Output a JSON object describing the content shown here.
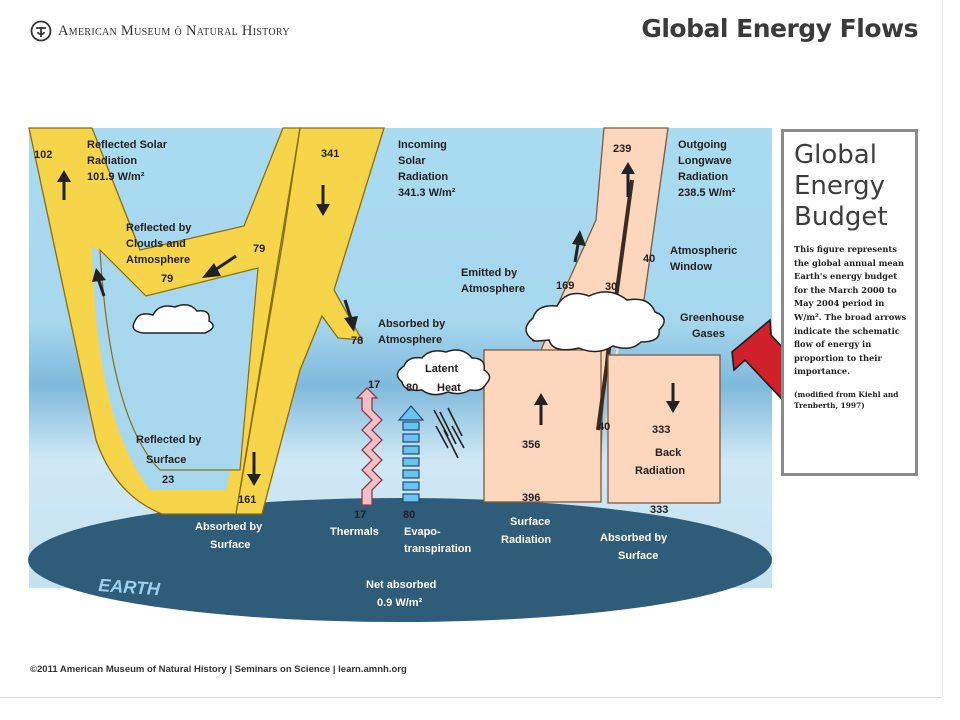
{
  "header": {
    "brand": "American Museum ŏ Natural History",
    "title": "Global Energy Flows"
  },
  "budget_box": {
    "title_lines": [
      "Global",
      "Energy",
      "Budget"
    ],
    "description": "This figure represents the global annual mean Earth's energy budget for the March 2000 to May 2004 period in W/m². The broad arrows indicate the schematic flow of energy in proportion to their importance.",
    "credit": "(modified from Kiehl and Trenberth, 1997)"
  },
  "labels": {
    "reflected_solar_l1": "Reflected Solar",
    "reflected_solar_l2": "Radiation",
    "reflected_solar_l3": "101.9 W/m²",
    "incoming_l1": "Incoming",
    "incoming_l2": "Solar",
    "incoming_l3": "Radiation",
    "incoming_l4": "341.3 W/m²",
    "outgoing_l1": "Outgoing",
    "outgoing_l2": "Longwave",
    "outgoing_l3": "Radiation",
    "outgoing_l4": "238.5 W/m²",
    "reflected_clouds_l1": "Reflected by",
    "reflected_clouds_l2": "Clouds and",
    "reflected_clouds_l3": "Atmosphere",
    "reflected_surface_l1": "Reflected by",
    "reflected_surface_l2": "Surface",
    "absorbed_atm_l1": "Absorbed by",
    "absorbed_atm_l2": "Atmosphere",
    "emitted_l1": "Emitted by",
    "emitted_l2": "Atmosphere",
    "atm_window_l1": "Atmospheric",
    "atm_window_l2": "Window",
    "greenhouse_l1": "Greenhouse",
    "greenhouse_l2": "Gases",
    "latent_l1": "Latent",
    "latent_l2": "Heat",
    "back_l1": "Back",
    "back_l2": "Radiation",
    "absorbed_surface_l1": "Absorbed by",
    "absorbed_surface_l2": "Surface",
    "thermals": "Thermals",
    "evapo_l1": "Evapo-",
    "evapo_l2": "transpiration",
    "surface_rad_l1": "Surface",
    "surface_rad_l2": "Radiation",
    "absorbed_surface2_l1": "Absorbed by",
    "absorbed_surface2_l2": "Surface",
    "earth": "EARTH",
    "net_l1": "Net absorbed",
    "net_l2": "0.9 W/m²"
  },
  "values": {
    "reflected_solar": "102",
    "incoming": "341",
    "outgoing": "239",
    "reflected_clouds": "79",
    "reflected_clouds_arrow": "79",
    "reflected_surface": "23",
    "absorbed_atm": "78",
    "emitted": "169",
    "emitted_cloud": "30",
    "atm_window": "40",
    "atm_window_lower": "40",
    "thermals_top": "17",
    "thermals_bottom": "17",
    "latent": "80",
    "evapo": "80",
    "surface_rad_mid": "356",
    "surface_rad_bottom": "396",
    "back_top": "333",
    "back_bottom": "333",
    "absorbed_surface": "161"
  },
  "footer": "©2011 American Museum of Natural History | Seminars on Science | learn.amnh.org",
  "colors": {
    "sky": "#a8d8ee",
    "solar": "#f7d54a",
    "longwave": "#fcd7bd",
    "earth": "#2f5c78",
    "pointer": "#d0202c"
  }
}
